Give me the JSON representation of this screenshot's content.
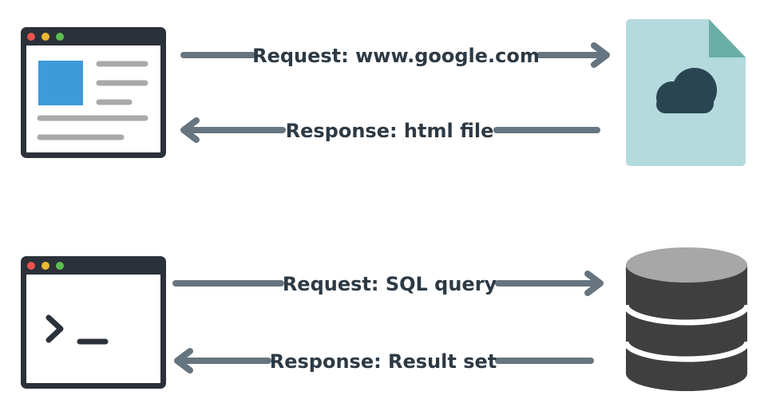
{
  "flows": [
    {
      "request_label": "Request: www.google.com",
      "response_label": "Response: html file"
    },
    {
      "request_label": "Request: SQL query",
      "response_label": "Response: Result set"
    }
  ],
  "colors": {
    "window_frame": "#2b3138",
    "window_body": "#ffffff",
    "dot_red": "#e8544d",
    "dot_yellow": "#ecb92e",
    "dot_green": "#5bbd51",
    "browser_image": "#3d9bd9",
    "browser_lines": "#a9a9a9",
    "arrow": "#66757f",
    "label_text": "#2d3a45",
    "file_body": "#b4dade",
    "file_fold": "#6aaea5",
    "cloud": "#2a4552",
    "db_top": "#a7a7a7",
    "db_body": "#3f3f3f"
  },
  "icons": {
    "browser": "browser-window-icon",
    "file": "cloud-file-icon",
    "terminal": "terminal-window-icon",
    "database": "database-icon"
  }
}
